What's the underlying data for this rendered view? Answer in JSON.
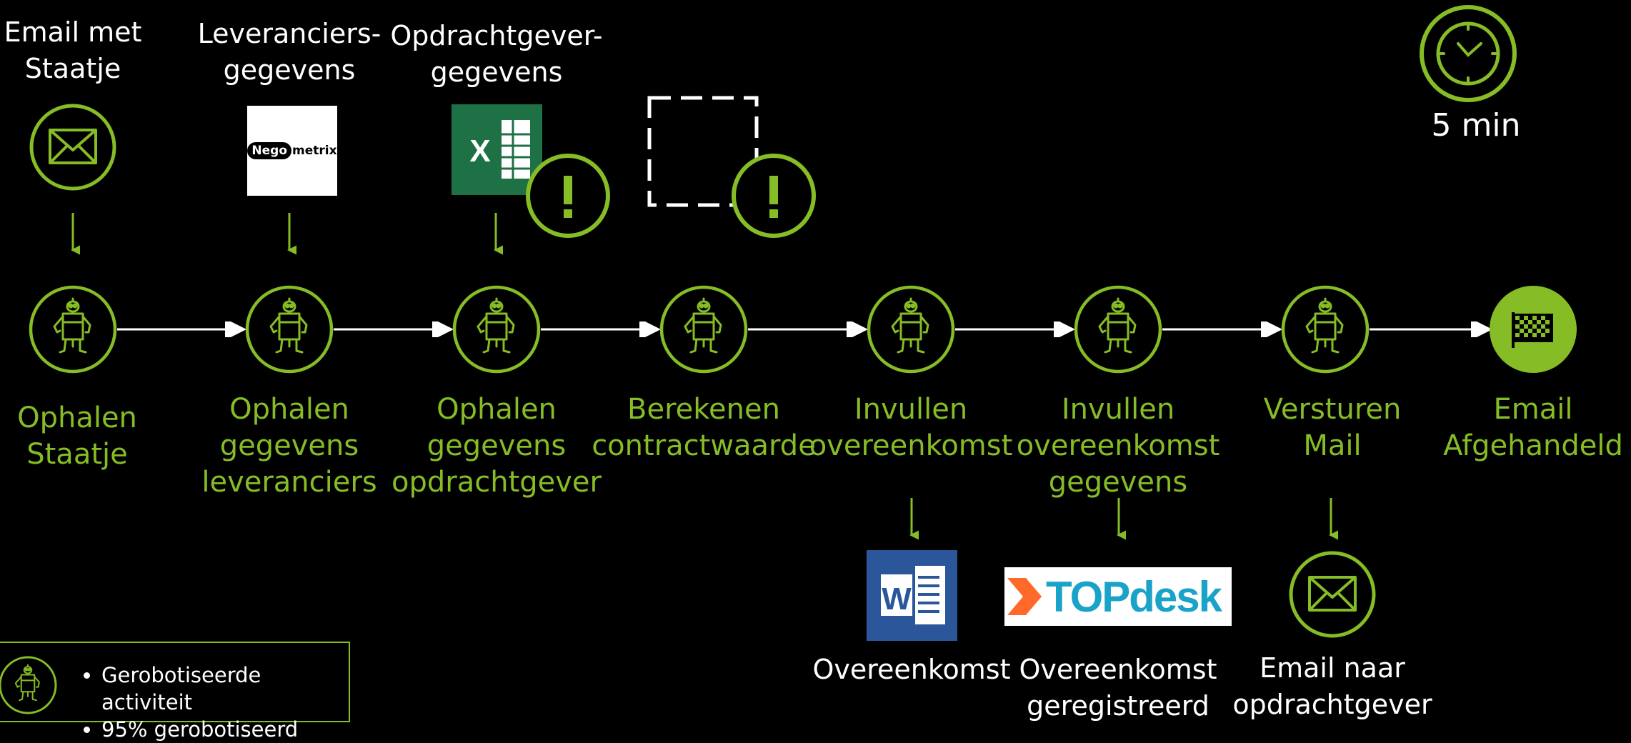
{
  "inputs": [
    {
      "label_lines": [
        "Email met",
        "Staatje"
      ],
      "icon": "envelope-icon"
    },
    {
      "label_lines": [
        "Leveranciers-",
        "gegevens"
      ],
      "icon": "negometrix-logo",
      "logo_text_a": "Nego",
      "logo_text_b": "metrix"
    },
    {
      "label_lines": [
        "Opdrachtgever-",
        "gegevens"
      ],
      "icon": "excel-icon",
      "warning": "!"
    },
    {
      "label_lines": [],
      "icon": "dashed-placeholder-box",
      "warning": "!"
    }
  ],
  "steps": [
    {
      "label_lines": [
        "Ophalen",
        "Staatje"
      ]
    },
    {
      "label_lines": [
        "Ophalen",
        "gegevens",
        "leveranciers"
      ]
    },
    {
      "label_lines": [
        "Ophalen",
        "gegevens",
        "opdrachtgever"
      ]
    },
    {
      "label_lines": [
        "Berekenen",
        "contractwaarde"
      ]
    },
    {
      "label_lines": [
        "Invullen",
        "overeenkomst"
      ]
    },
    {
      "label_lines": [
        "Invullen",
        "overeenkomst",
        "gegevens"
      ]
    },
    {
      "label_lines": [
        "Versturen",
        "Mail"
      ]
    },
    {
      "label_lines": [
        "Email",
        "Afgehandeld"
      ]
    }
  ],
  "outputs": [
    {
      "label_lines": [
        "Overeenkomst"
      ],
      "icon": "word-icon"
    },
    {
      "label_lines": [
        "Overeenkomst",
        "geregistreerd"
      ],
      "icon": "topdesk-logo",
      "logo_text": "TOPdesk"
    },
    {
      "label_lines": [
        "Email naar",
        "opdrachtgever"
      ],
      "icon": "envelope-icon"
    }
  ],
  "timer": {
    "label": "5 min",
    "icon": "clock-icon"
  },
  "legend": {
    "items": [
      "Gerobotiseerde activiteit",
      "95% gerobotiseerd"
    ],
    "icon": "robot-icon"
  },
  "colors": {
    "accent": "#86bc25",
    "background": "#000000",
    "text": "#ffffff",
    "excel": "#1e7145",
    "word": "#2b579a",
    "topdesk": "#1aa3c9",
    "topdesk_arrow": "#ff6a2b"
  }
}
